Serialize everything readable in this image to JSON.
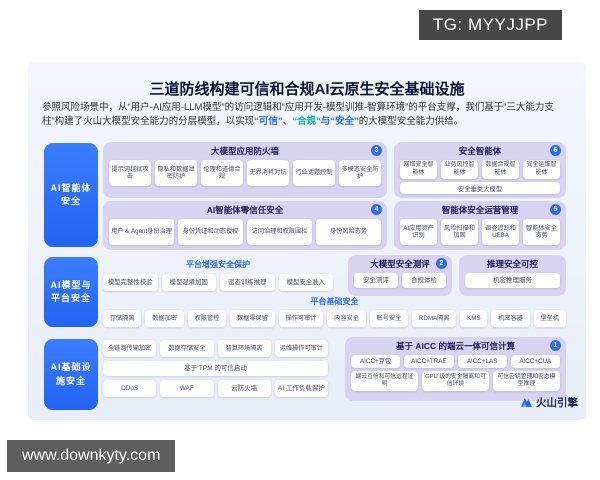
{
  "watermarks": {
    "top": "TG: MYYJJPP",
    "bottom": "www.downkyty.com"
  },
  "title": "三道防线构建可信和合规AI云原生安全基础设施",
  "intro_segments": [
    {
      "text": "参照风险场景中，从“用户-AI应用-LLM模型”的访问逻辑和“应用开发-模型训推-智算环境”的平台支撑，我们基于“三大能力支柱”构建了火山大模型安全能力的分层模型，以实现"
    },
    {
      "text": "“可信”",
      "color": "#2a6cf6"
    },
    {
      "text": "、"
    },
    {
      "text": "“合规”",
      "color": "#10b3a3"
    },
    {
      "text": "与",
      "color": "#2a6cf6"
    },
    {
      "text": "“安全”",
      "color": "#2a6cf6"
    },
    {
      "text": "的大模型安全能力供给。"
    }
  ],
  "side_labels": {
    "agent": "AI智能体安全",
    "model": "AI模型与平台安全",
    "infra": "AI基础设施安全"
  },
  "sections": {
    "app_firewall": {
      "title": "大模型应用防火墙",
      "badge": "3",
      "items": [
        "提示词越狱攻击",
        "隐私和数据泄密防护",
        "伦理和道德合规",
        "无界消耗对抗",
        "行业话题控制",
        "多模态安全防护"
      ]
    },
    "zero_trust": {
      "title": "AI智能体零信任安全",
      "badge": "4",
      "items": [
        "用户 & Agent身份治理",
        "身份凭证和动态授权",
        "访问治理和权限围栏",
        "身份风险态势"
      ]
    },
    "security_agent": {
      "title": "安全智能体",
      "badge": "6",
      "items": [
        "网络安全智能体",
        "业务风控智能体",
        "数据合规智能体",
        "安全运维智能体"
      ],
      "wide_item": "安全垂类大模型"
    },
    "agent_ops": {
      "title": "智能体安全运营管理",
      "badge": "5",
      "items": [
        "AI应用资产识别",
        "风险扫描和加固",
        "调查追踪和UEBA",
        "智能体安全态势"
      ]
    },
    "platform_enhanced": {
      "title": "平台增强安全保护",
      "items": [
        "模型完整性校验",
        "模型混淆加固",
        "密态训练推理",
        "模型安全准入"
      ]
    },
    "model_eval": {
      "title": "大模型安全测评",
      "badge": "2",
      "items": [
        "安全测评",
        "合规体检"
      ]
    },
    "inference_control": {
      "title": "推理安全可控",
      "items": [
        "机密推理服务"
      ]
    },
    "platform_base": {
      "title": "平台基础安全",
      "items": [
        "存储隔离",
        "数据加密",
        "权限管控",
        "数据零保留",
        "操作可审计",
        "内容安全",
        "账号安全",
        "RDMA隔离",
        "KMS",
        "机密容器",
        "堡垒机"
      ]
    },
    "infra_left": {
      "rows": [
        [
          "全链路传输加密",
          "数据存储安全",
          "智算环境隔离",
          "运维操作可审计"
        ],
        [
          "基于 TPM 的可信启动"
        ],
        [
          "DDoS",
          "WAF",
          "云防火墙",
          "AI 工作负载保护"
        ]
      ]
    },
    "aicc": {
      "title": "基于 AICC 的端云一体可信计算",
      "badge": "1",
      "rows": [
        [
          "AICC+豆包",
          "AICC+TRAE",
          "AICC+LAS",
          "AICC+CUA"
        ],
        [
          "端云互信和可信远程证明",
          "GPU 级的安全隔离和可信环境",
          "可信密钥管理和密态模型推理"
        ]
      ]
    }
  },
  "logo": "火山引擎",
  "colors": {
    "accent_blue": "#2a6cf6",
    "panel_lavender": "#d8d3f1",
    "highlight_teal": "#10b3a3",
    "watermark_gray": "#5e5e5e"
  }
}
